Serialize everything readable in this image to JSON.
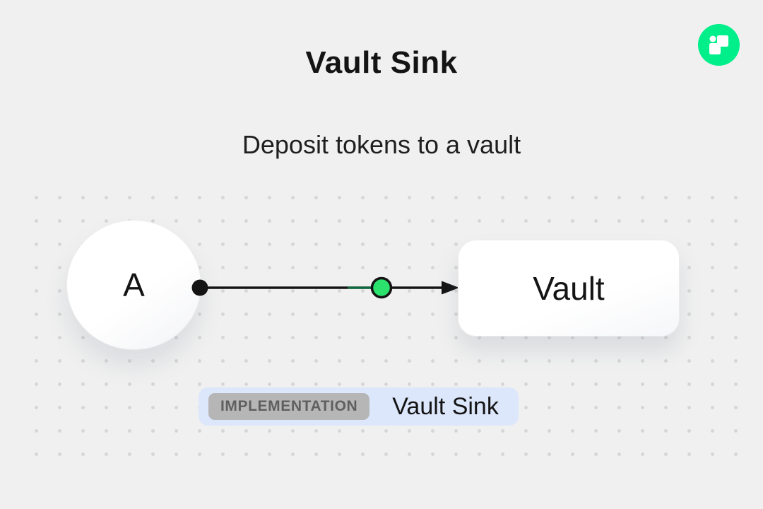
{
  "header": {
    "title": "Vault Sink",
    "subtitle": "Deposit tokens to a vault"
  },
  "logo": {
    "icon": "flow-logo"
  },
  "diagram": {
    "node_a": {
      "label": "A"
    },
    "vault": {
      "label": "Vault"
    }
  },
  "badge": {
    "tag": "IMPLEMENTATION",
    "label": "Vault Sink"
  },
  "colors": {
    "background": "#f0f0f0",
    "accent_green": "#00ef8b",
    "node_green": "#2be26d",
    "badge_bg": "#dde7fc",
    "tag_bg": "#b6b6b6",
    "ink": "#141414"
  }
}
